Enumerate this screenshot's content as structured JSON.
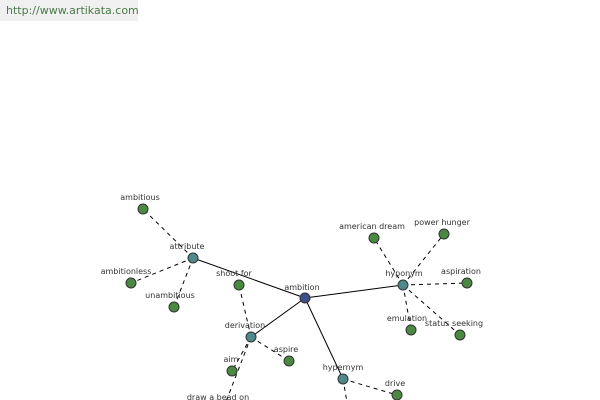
{
  "header": {
    "url": "http://www.artikata.com"
  },
  "colors": {
    "center_node": "#3d4f8c",
    "relation_node": "#4f8a8b",
    "word_node": "#4a8a40"
  },
  "graph": {
    "nodes": [
      {
        "id": "ambition",
        "label": "ambition",
        "kind": "center"
      },
      {
        "id": "attribute",
        "label": "attribute",
        "kind": "relation"
      },
      {
        "id": "hyponym",
        "label": "hyponym",
        "kind": "relation"
      },
      {
        "id": "derivation",
        "label": "derivation",
        "kind": "relation"
      },
      {
        "id": "hypernym",
        "label": "hypernym",
        "kind": "relation"
      },
      {
        "id": "ambitious",
        "label": "ambitious",
        "kind": "word"
      },
      {
        "id": "ambitionless",
        "label": "ambitionless",
        "kind": "word"
      },
      {
        "id": "unambitious",
        "label": "unambitious",
        "kind": "word"
      },
      {
        "id": "american-dream",
        "label": "american dream",
        "kind": "word"
      },
      {
        "id": "power-hunger",
        "label": "power hunger",
        "kind": "word"
      },
      {
        "id": "aspiration",
        "label": "aspiration",
        "kind": "word"
      },
      {
        "id": "emulation",
        "label": "emulation",
        "kind": "word"
      },
      {
        "id": "status-seeking",
        "label": "status seeking",
        "kind": "word"
      },
      {
        "id": "shoot-for",
        "label": "shoot for",
        "kind": "word"
      },
      {
        "id": "aspire",
        "label": "aspire",
        "kind": "word"
      },
      {
        "id": "aim",
        "label": "aim",
        "kind": "word"
      },
      {
        "id": "draw-a-bead-on",
        "label": "draw a bead on",
        "kind": "word"
      },
      {
        "id": "drive",
        "label": "drive",
        "kind": "word"
      }
    ],
    "edges": [
      {
        "from": "ambition",
        "to": "attribute",
        "style": "solid"
      },
      {
        "from": "ambition",
        "to": "hyponym",
        "style": "solid"
      },
      {
        "from": "ambition",
        "to": "derivation",
        "style": "solid"
      },
      {
        "from": "ambition",
        "to": "hypernym",
        "style": "solid"
      },
      {
        "from": "attribute",
        "to": "ambitious",
        "style": "dashed"
      },
      {
        "from": "attribute",
        "to": "ambitionless",
        "style": "dashed"
      },
      {
        "from": "attribute",
        "to": "unambitious",
        "style": "dashed"
      },
      {
        "from": "hyponym",
        "to": "american-dream",
        "style": "dashed"
      },
      {
        "from": "hyponym",
        "to": "power-hunger",
        "style": "dashed"
      },
      {
        "from": "hyponym",
        "to": "aspiration",
        "style": "dashed"
      },
      {
        "from": "hyponym",
        "to": "emulation",
        "style": "dashed"
      },
      {
        "from": "hyponym",
        "to": "status-seeking",
        "style": "dashed"
      },
      {
        "from": "derivation",
        "to": "shoot-for",
        "style": "dashed"
      },
      {
        "from": "derivation",
        "to": "aspire",
        "style": "dashed"
      },
      {
        "from": "derivation",
        "to": "aim",
        "style": "dashed"
      },
      {
        "from": "derivation",
        "to": "draw-a-bead-on",
        "style": "dashed"
      },
      {
        "from": "hypernym",
        "to": "drive",
        "style": "dashed"
      },
      {
        "from": "hypernym",
        "to": null,
        "style": "dashed"
      }
    ]
  }
}
